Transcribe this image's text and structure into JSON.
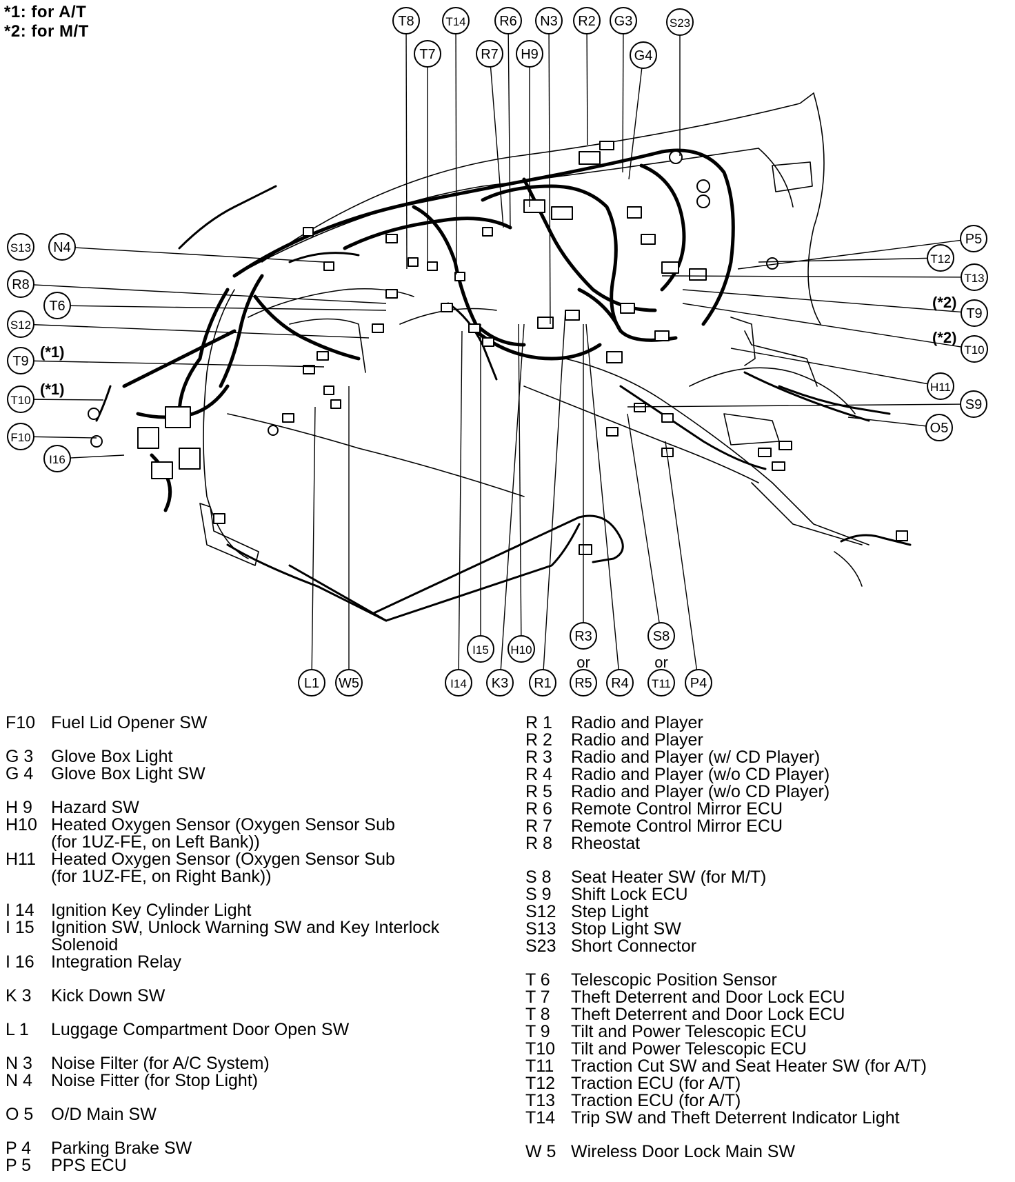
{
  "notes": [
    "*1: for A/T",
    "*2: for M/T"
  ],
  "callouts_top": [
    {
      "id": "t8",
      "label": "T8"
    },
    {
      "id": "t14",
      "label": "T14"
    },
    {
      "id": "r6",
      "label": "R6"
    },
    {
      "id": "n3",
      "label": "N3"
    },
    {
      "id": "r2",
      "label": "R2"
    },
    {
      "id": "g3",
      "label": "G3"
    },
    {
      "id": "s23",
      "label": "S23"
    },
    {
      "id": "t7",
      "label": "T7"
    },
    {
      "id": "r7",
      "label": "R7"
    },
    {
      "id": "h9",
      "label": "H9"
    },
    {
      "id": "g4",
      "label": "G4"
    }
  ],
  "callouts_left": [
    {
      "id": "s13",
      "label": "S13"
    },
    {
      "id": "n4",
      "label": "N4"
    },
    {
      "id": "r8",
      "label": "R8"
    },
    {
      "id": "t6",
      "label": "T6"
    },
    {
      "id": "s12",
      "label": "S12"
    },
    {
      "id": "t9-left",
      "label": "T9"
    },
    {
      "id": "t10-left",
      "label": "T10"
    },
    {
      "id": "f10",
      "label": "F10"
    },
    {
      "id": "i16",
      "label": "I16"
    }
  ],
  "callouts_right": [
    {
      "id": "p5",
      "label": "P5"
    },
    {
      "id": "t12",
      "label": "T12"
    },
    {
      "id": "t13",
      "label": "T13"
    },
    {
      "id": "t9-right",
      "label": "T9"
    },
    {
      "id": "t10-right",
      "label": "T10"
    },
    {
      "id": "h11",
      "label": "H11"
    },
    {
      "id": "s9",
      "label": "S9"
    },
    {
      "id": "o5",
      "label": "O5"
    }
  ],
  "callouts_bottom": [
    {
      "id": "l1",
      "label": "L1"
    },
    {
      "id": "w5",
      "label": "W5"
    },
    {
      "id": "i14",
      "label": "I14"
    },
    {
      "id": "i15",
      "label": "I15"
    },
    {
      "id": "k3",
      "label": "K3"
    },
    {
      "id": "h10",
      "label": "H10"
    },
    {
      "id": "r1",
      "label": "R1"
    },
    {
      "id": "r3",
      "label": "R3"
    },
    {
      "id": "r5",
      "label": "R5"
    },
    {
      "id": "r4",
      "label": "R4"
    },
    {
      "id": "s8",
      "label": "S8"
    },
    {
      "id": "t11",
      "label": "T11"
    },
    {
      "id": "p4",
      "label": "P4"
    }
  ],
  "qualifiers": {
    "at": "(*1)",
    "mt": "(*2)"
  },
  "or_label": "or",
  "legend_left": [
    {
      "code": "F10",
      "desc": "Fuel Lid Opener SW"
    },
    {
      "gap": true
    },
    {
      "code": "G 3",
      "desc": "Glove Box Light"
    },
    {
      "code": "G 4",
      "desc": "Glove Box Light SW"
    },
    {
      "gap": true
    },
    {
      "code": "H 9",
      "desc": "Hazard SW"
    },
    {
      "code": "H10",
      "desc": "Heated Oxygen Sensor (Oxygen Sensor Sub"
    },
    {
      "code": "",
      "desc": "(for 1UZ-FE, on Left Bank))"
    },
    {
      "code": "H11",
      "desc": "Heated Oxygen Sensor (Oxygen Sensor Sub"
    },
    {
      "code": "",
      "desc": "(for 1UZ-FE, on Right Bank))"
    },
    {
      "gap": true
    },
    {
      "code": "I 14",
      "desc": "Ignition Key Cylinder Light"
    },
    {
      "code": "I 15",
      "desc": "Ignition SW, Unlock Warning SW and Key Interlock"
    },
    {
      "code": "",
      "desc": "Solenoid"
    },
    {
      "code": "I 16",
      "desc": "Integration Relay"
    },
    {
      "gap": true
    },
    {
      "code": "K 3",
      "desc": "Kick Down SW"
    },
    {
      "gap": true
    },
    {
      "code": "L 1",
      "desc": "Luggage Compartment Door Open SW"
    },
    {
      "gap": true
    },
    {
      "code": "N 3",
      "desc": "Noise Filter (for A/C System)"
    },
    {
      "code": "N 4",
      "desc": "Noise Fitter (for Stop Light)"
    },
    {
      "gap": true
    },
    {
      "code": "O 5",
      "desc": "O/D Main SW"
    },
    {
      "gap": true
    },
    {
      "code": "P 4",
      "desc": "Parking Brake SW"
    },
    {
      "code": "P 5",
      "desc": "PPS ECU"
    }
  ],
  "legend_right": [
    {
      "code": "R 1",
      "desc": "Radio and Player"
    },
    {
      "code": "R 2",
      "desc": "Radio and Player"
    },
    {
      "code": "R 3",
      "desc": "Radio and Player (w/ CD Player)"
    },
    {
      "code": "R 4",
      "desc": "Radio and Player (w/o CD Player)"
    },
    {
      "code": "R 5",
      "desc": "Radio and Player (w/o CD Player)"
    },
    {
      "code": "R 6",
      "desc": "Remote Control Mirror ECU"
    },
    {
      "code": "R 7",
      "desc": "Remote Control Mirror ECU"
    },
    {
      "code": "R 8",
      "desc": "Rheostat"
    },
    {
      "gap": true
    },
    {
      "code": "S 8",
      "desc": "Seat Heater SW (for M/T)"
    },
    {
      "code": "S 9",
      "desc": "Shift Lock ECU"
    },
    {
      "code": "S12",
      "desc": "Step Light"
    },
    {
      "code": "S13",
      "desc": "Stop Light SW"
    },
    {
      "code": "S23",
      "desc": "Short Connector"
    },
    {
      "gap": true
    },
    {
      "code": "T 6",
      "desc": "Telescopic Position Sensor"
    },
    {
      "code": "T 7",
      "desc": "Theft Deterrent and Door Lock ECU"
    },
    {
      "code": "T 8",
      "desc": "Theft Deterrent and Door Lock ECU"
    },
    {
      "code": "T 9",
      "desc": "Tilt and Power Telescopic ECU"
    },
    {
      "code": "T10",
      "desc": "Tilt and Power Telescopic ECU"
    },
    {
      "code": "T11",
      "desc": "Traction Cut SW and Seat Heater SW (for A/T)"
    },
    {
      "code": "T12",
      "desc": "Traction ECU (for A/T)"
    },
    {
      "code": "T13",
      "desc": "Traction ECU (for A/T)"
    },
    {
      "code": "T14",
      "desc": "Trip SW and Theft Deterrent Indicator Light"
    },
    {
      "gap": true
    },
    {
      "code": "W 5",
      "desc": "Wireless Door Lock Main SW"
    }
  ]
}
